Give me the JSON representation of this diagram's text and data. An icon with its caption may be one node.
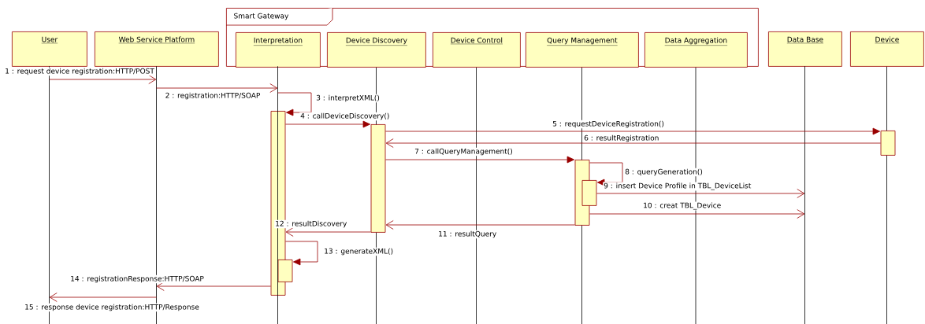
{
  "diagram": {
    "nodes": [
      {
        "text": [
          "Smart Gateway"
        ]
      },
      {
        "text": [
          "User"
        ]
      },
      {
        "text": [
          "Web Service Platform"
        ]
      },
      {
        "text": [
          "Interpretation"
        ],
        "in": 0
      },
      {
        "text": [
          "Device Discovery"
        ],
        "in": 0
      },
      {
        "text": [
          "Device Control"
        ],
        "in": 0
      },
      {
        "text": [
          "Query Management"
        ],
        "in": 0
      },
      {
        "text": [
          "Data Aggregation"
        ],
        "in": 0
      },
      {
        "text": [
          "Data Base"
        ]
      },
      {
        "text": [
          "Device"
        ]
      },
      {
        "text": [],
        "shape": "bar"
      },
      {
        "text": [],
        "shape": "bar"
      },
      {
        "text": [],
        "shape": "bar"
      },
      {
        "text": [],
        "shape": "bar"
      },
      {
        "text": [],
        "shape": "bar"
      },
      {
        "text": [],
        "shape": "bar"
      },
      {
        "text": [],
        "shape": "line"
      },
      {
        "text": [],
        "shape": "line"
      },
      {
        "text": [],
        "shape": "line"
      },
      {
        "text": [],
        "shape": "line"
      }
    ],
    "edges": [
      {
        "from": 16,
        "to": 17,
        "arrow": "to",
        "label": "1 : request device registration:HTTP/POST"
      },
      {
        "from": 17,
        "to": 18,
        "arrow": "to",
        "label": "2 : registration:HTTP/SOAP"
      },
      {
        "from": 18,
        "to": 10,
        "arrow": "to",
        "label": "3 : interpretXML()"
      },
      {
        "from": 10,
        "to": 12,
        "arrow": "to",
        "label": "4 : callDeviceDiscovery()"
      },
      {
        "from": 12,
        "to": 15,
        "arrow": "to",
        "label": "5 : requestDeviceRegistration()"
      },
      {
        "from": 15,
        "to": 12,
        "arrow": "to",
        "label": "6 : resultRegistration"
      },
      {
        "from": 12,
        "to": 13,
        "arrow": "to",
        "label": "7 : callQueryManagement()"
      },
      {
        "from": 13,
        "to": 14,
        "arrow": "to",
        "label": "8 : queryGeneration()"
      },
      {
        "from": 14,
        "to": 19,
        "arrow": "to",
        "label": "9 : insert Device Profile in TBL_DeviceList"
      },
      {
        "from": 13,
        "to": 19,
        "arrow": "to",
        "label": "10 : creat TBL_Device"
      },
      {
        "from": 13,
        "to": 12,
        "arrow": "to",
        "label": "11 : resultQuery"
      },
      {
        "from": 12,
        "to": 10,
        "arrow": "to",
        "label": "12 : resultDiscovery"
      },
      {
        "from": 10,
        "to": 11,
        "arrow": "to",
        "label": "13 : generateXML()"
      },
      {
        "from": 10,
        "to": 17,
        "arrow": "to",
        "label": "14 : registrationResponse:HTTP/SOAP"
      },
      {
        "from": 17,
        "to": 16,
        "arrow": "to",
        "label": "15 : response device registration:HTTP/Response"
      }
    ]
  }
}
